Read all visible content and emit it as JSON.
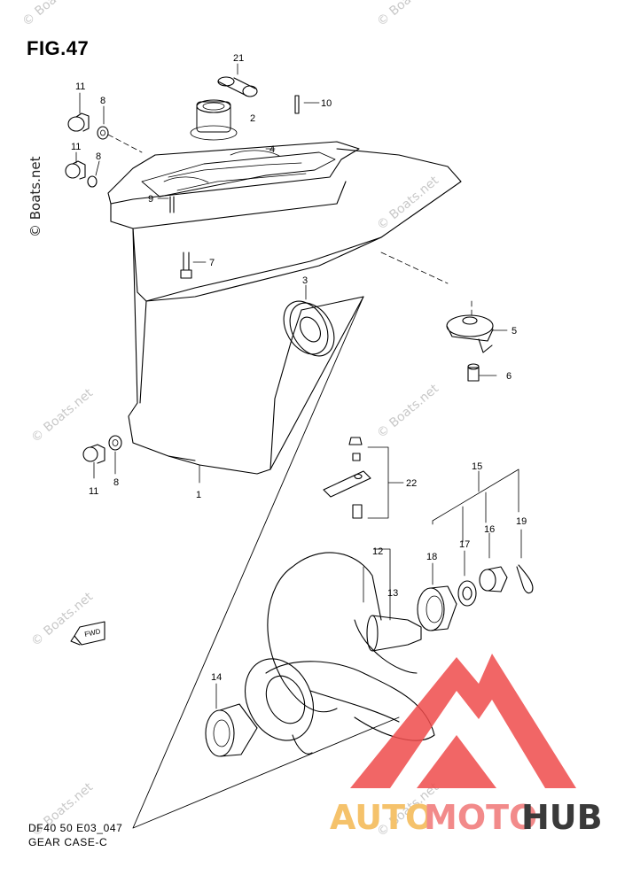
{
  "figure": {
    "title": "FIG.47",
    "caption_line1": "DF40 50 E03_047",
    "caption_line2": "GEAR CASE-C"
  },
  "parts": [
    {
      "label": "21"
    },
    {
      "label": "2"
    },
    {
      "label": "10"
    },
    {
      "label": "4"
    },
    {
      "label": "11"
    },
    {
      "label": "8"
    },
    {
      "label": "11"
    },
    {
      "label": "8"
    },
    {
      "label": "9"
    },
    {
      "label": "7"
    },
    {
      "label": "3"
    },
    {
      "label": "5"
    },
    {
      "label": "6"
    },
    {
      "label": "11"
    },
    {
      "label": "8"
    },
    {
      "label": "1"
    },
    {
      "label": "22"
    },
    {
      "label": "15"
    },
    {
      "label": "19"
    },
    {
      "label": "16"
    },
    {
      "label": "17"
    },
    {
      "label": "18"
    },
    {
      "label": "12"
    },
    {
      "label": "13"
    },
    {
      "label": "14"
    }
  ],
  "fwd_marker": {
    "text": "FWD"
  },
  "watermarks": {
    "faint": "© Boats.net",
    "side": "© Boats.net",
    "overlap": "Boats.net"
  },
  "brand": {
    "auto": "AUTO",
    "moto": "MOTO",
    "hub": "HUB",
    "auto_color": "#f5c26b",
    "moto_color": "#f28a8a",
    "hub_color": "#3a3a3a",
    "logo_color": "#ee4b4b"
  }
}
